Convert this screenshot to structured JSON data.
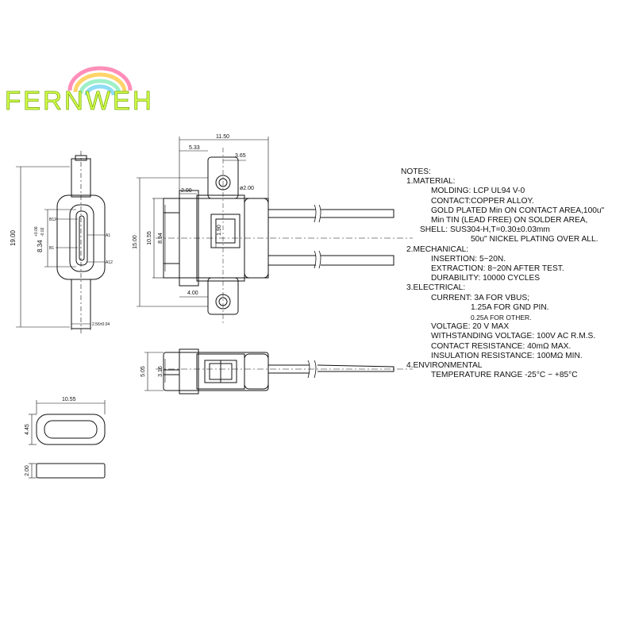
{
  "logo": {
    "text": "FERNWEH",
    "colors": [
      "#c9f24a",
      "#ff6fa8",
      "#ffd24a",
      "#7fe3f0"
    ]
  },
  "dimensions": {
    "side_view": {
      "height": "19.00",
      "inner": "8.34",
      "tol_plus": "+0.06",
      "tol_minus": "-0.02",
      "width": "2.56±0.04",
      "pins": [
        "B12",
        "A1",
        "B1",
        "A12"
      ]
    },
    "top_view": {
      "overall": "11.50",
      "left": "5.33",
      "right": "3.65",
      "hole": "ø2.00",
      "left_offset": "2.00",
      "height": "15.00",
      "body": "10.55",
      "inner": "8.94",
      "tab": "1.90",
      "base": "4.00"
    },
    "front_view": {
      "height": "5.05",
      "inner": "3.16"
    },
    "end_view": {
      "width": "10.55",
      "height": "4.45",
      "depth": "2.00"
    }
  },
  "notes": {
    "title": "NOTES:",
    "material": {
      "heading": "1.MATERIAL:",
      "molding": "MOLDING: LCP UL94 V-0",
      "contact": "CONTACT:COPPER ALLOY.",
      "gold": "GOLD PLATED Min ON CONTACT AREA,100u\"",
      "tin": "Min TIN (LEAD FREE) ON SOLDER AREA,",
      "shell": "SHELL: SUS304-H,T=0.30±0.03mm",
      "nickel": "50u\" NICKEL PLATING OVER ALL."
    },
    "mechanical": {
      "heading": "2.MECHANICAL:",
      "insertion": "INSERTION: 5~20N.",
      "extraction": "EXTRACTION: 8~20N AFTER TEST.",
      "durability": "DURABILITY: 10000 CYCLES"
    },
    "electrical": {
      "heading": "3.ELECTRICAL:",
      "current": "CURRENT: 3A FOR VBUS;",
      "gnd": "1.25A FOR GND PIN.",
      "other": "0.25A FOR OTHER.",
      "voltage": "VOLTAGE: 20 V MAX",
      "withstanding": "WITHSTANDING VOLTAGE: 100V AC R.M.S.",
      "contact_res": "CONTACT RESISTANCE: 40mΩ MAX.",
      "insulation": "INSULATION RESISTANCE: 100MΩ MIN."
    },
    "environmental": {
      "heading": "4.ENVIRONMENTAL",
      "temperature": "TEMPERATURE RANGE -25°C ~ +85°C"
    }
  }
}
